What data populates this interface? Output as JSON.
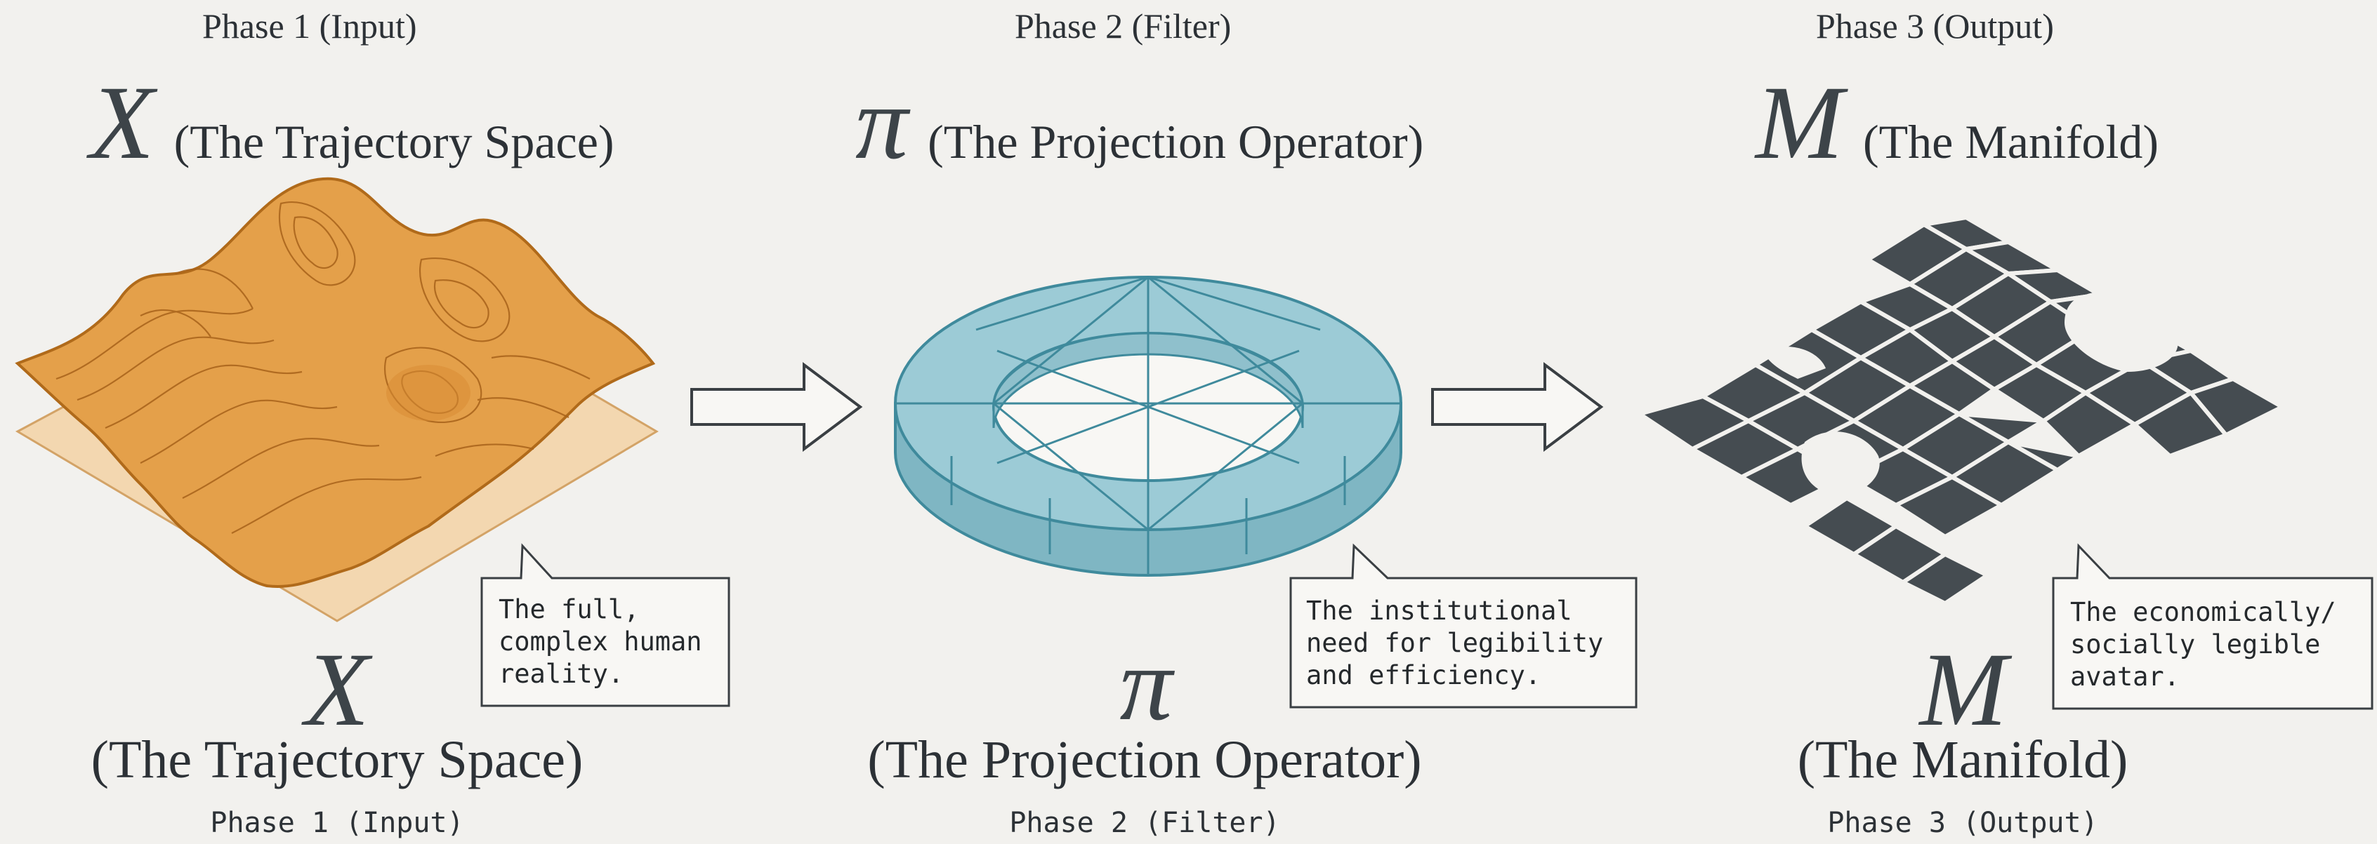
{
  "phases": [
    {
      "header": "Phase 1 (Input)",
      "symbol": "X",
      "title": "(The Trajectory Space)",
      "callout": "The full,\ncomplex human\nreality.",
      "footer": "Phase 1 (Input)"
    },
    {
      "header": "Phase 2 (Filter)",
      "symbol": "π",
      "title": "(The Projection Operator)",
      "callout": "The institutional\nneed for legibility\nand efficiency.",
      "footer": "Phase 2 (Filter)"
    },
    {
      "header": "Phase 3 (Output)",
      "symbol": "M",
      "title": "(The Manifold)",
      "callout": "The economically/\nsocially legible\navatar.",
      "footer": "Phase 3 (Output)"
    }
  ],
  "colors": {
    "terrain": "#e4a04a",
    "terrain_line": "#b06a1a",
    "ring": "#8ec3cf",
    "ring_line": "#3f8a9c",
    "manifold": "#454c51",
    "arrow_stroke": "#3a3f43"
  }
}
